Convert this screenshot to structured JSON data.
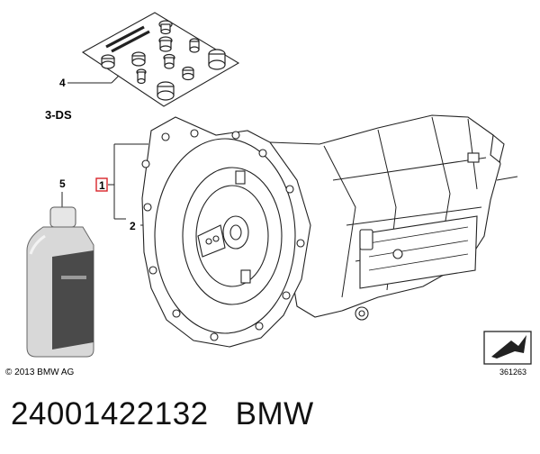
{
  "diagram": {
    "callouts": {
      "part1": "1",
      "part2": "2",
      "part4": "4",
      "part5": "5",
      "variant": "3-DS"
    },
    "bottle_label": "",
    "copyright": "© 2013 BMW AG",
    "diagram_number": "361263"
  },
  "footer": {
    "part_number": "24001422132",
    "brand": "BMW"
  },
  "colors": {
    "line": "#222222",
    "highlight": "#d9252a",
    "bottle_dark": "#4a4a4a",
    "bottle_light": "#dcdcdc"
  }
}
